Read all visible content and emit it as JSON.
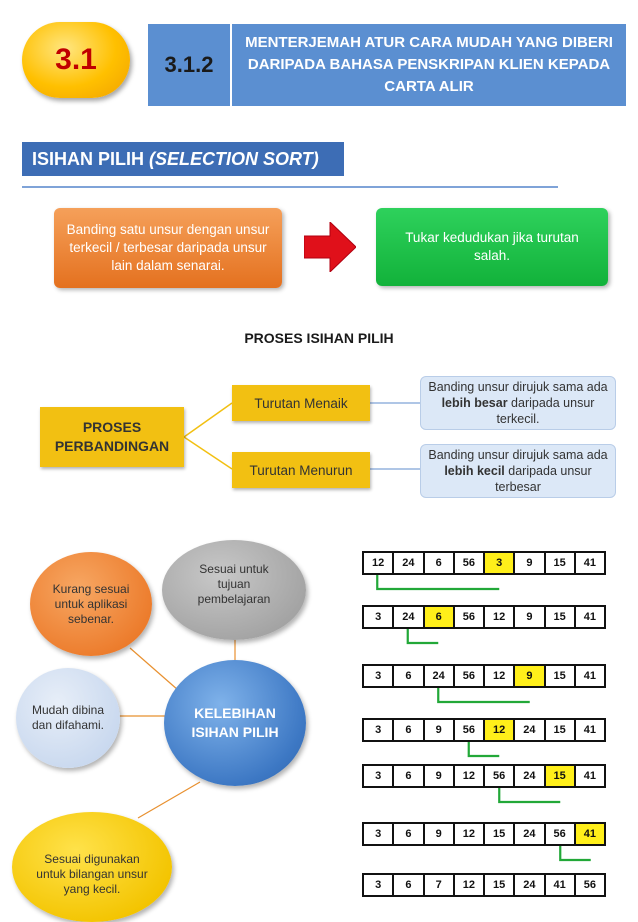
{
  "header": {
    "badge": "3.1",
    "code": "3.1.2",
    "title": "MENTERJEMAH ATUR CARA MUDAH YANG DIBERI DARIPADA BAHASA PENSKRIPAN KLIEN KEPADA CARTA ALIR"
  },
  "section": {
    "title": "ISIHAN PILIH",
    "title_italic": "(SELECTION SORT)"
  },
  "steps": {
    "step1": "Banding satu unsur dengan unsur terkecil / terbesar daripada unsur lain dalam senarai.",
    "step2": "Tukar kedudukan jika turutan salah."
  },
  "proses": {
    "title": "PROSES ISIHAN PILIH",
    "main": "PROSES PERBANDINGAN",
    "asc": "Turutan Menaik",
    "desc": "Turutan Menurun",
    "asc_note": {
      "pre": "Banding unsur dirujuk sama ada ",
      "bold": "lebih besar",
      "post": " daripada unsur terkecil."
    },
    "desc_note": {
      "pre": "Banding unsur dirujuk sama ada ",
      "bold": "lebih kecil",
      "post": " daripada unsur terbesar"
    }
  },
  "advantages": {
    "center": "KELEBIHAN ISIHAN PILIH",
    "a1": "Kurang sesuai untuk aplikasi sebenar.",
    "a2": "Sesuai untuk tujuan pembelajaran",
    "a3": "Mudah dibina dan difahami.",
    "a4": "Sesuai digunakan untuk bilangan unsur yang kecil."
  },
  "sort_steps": [
    {
      "values": [
        "12",
        "24",
        "6",
        "56",
        "3",
        "9",
        "15",
        "41"
      ],
      "highlight": 4,
      "swap_from": 0
    },
    {
      "values": [
        "3",
        "24",
        "6",
        "56",
        "12",
        "9",
        "15",
        "41"
      ],
      "highlight": 2,
      "swap_from": 1
    },
    {
      "values": [
        "3",
        "6",
        "24",
        "56",
        "12",
        "9",
        "15",
        "41"
      ],
      "highlight": 5,
      "swap_from": 2
    },
    {
      "values": [
        "3",
        "6",
        "9",
        "56",
        "12",
        "24",
        "15",
        "41"
      ],
      "highlight": 4,
      "swap_from": 3
    },
    {
      "values": [
        "3",
        "6",
        "9",
        "12",
        "56",
        "24",
        "15",
        "41"
      ],
      "highlight": 6,
      "swap_from": 4
    },
    {
      "values": [
        "3",
        "6",
        "9",
        "12",
        "15",
        "24",
        "56",
        "41"
      ],
      "highlight": 7,
      "swap_from": 6
    },
    {
      "values": [
        "3",
        "6",
        "7",
        "12",
        "15",
        "24",
        "41",
        "56"
      ],
      "highlight": -1,
      "swap_from": -1
    }
  ],
  "colors": {
    "header_blue": "#5b8fd1",
    "badge_yellow": "#ffc000",
    "badge_text": "#c00000",
    "highlight": "#ffef1a",
    "swap_line": "#22a838",
    "arrow_red": "#e0101a"
  }
}
